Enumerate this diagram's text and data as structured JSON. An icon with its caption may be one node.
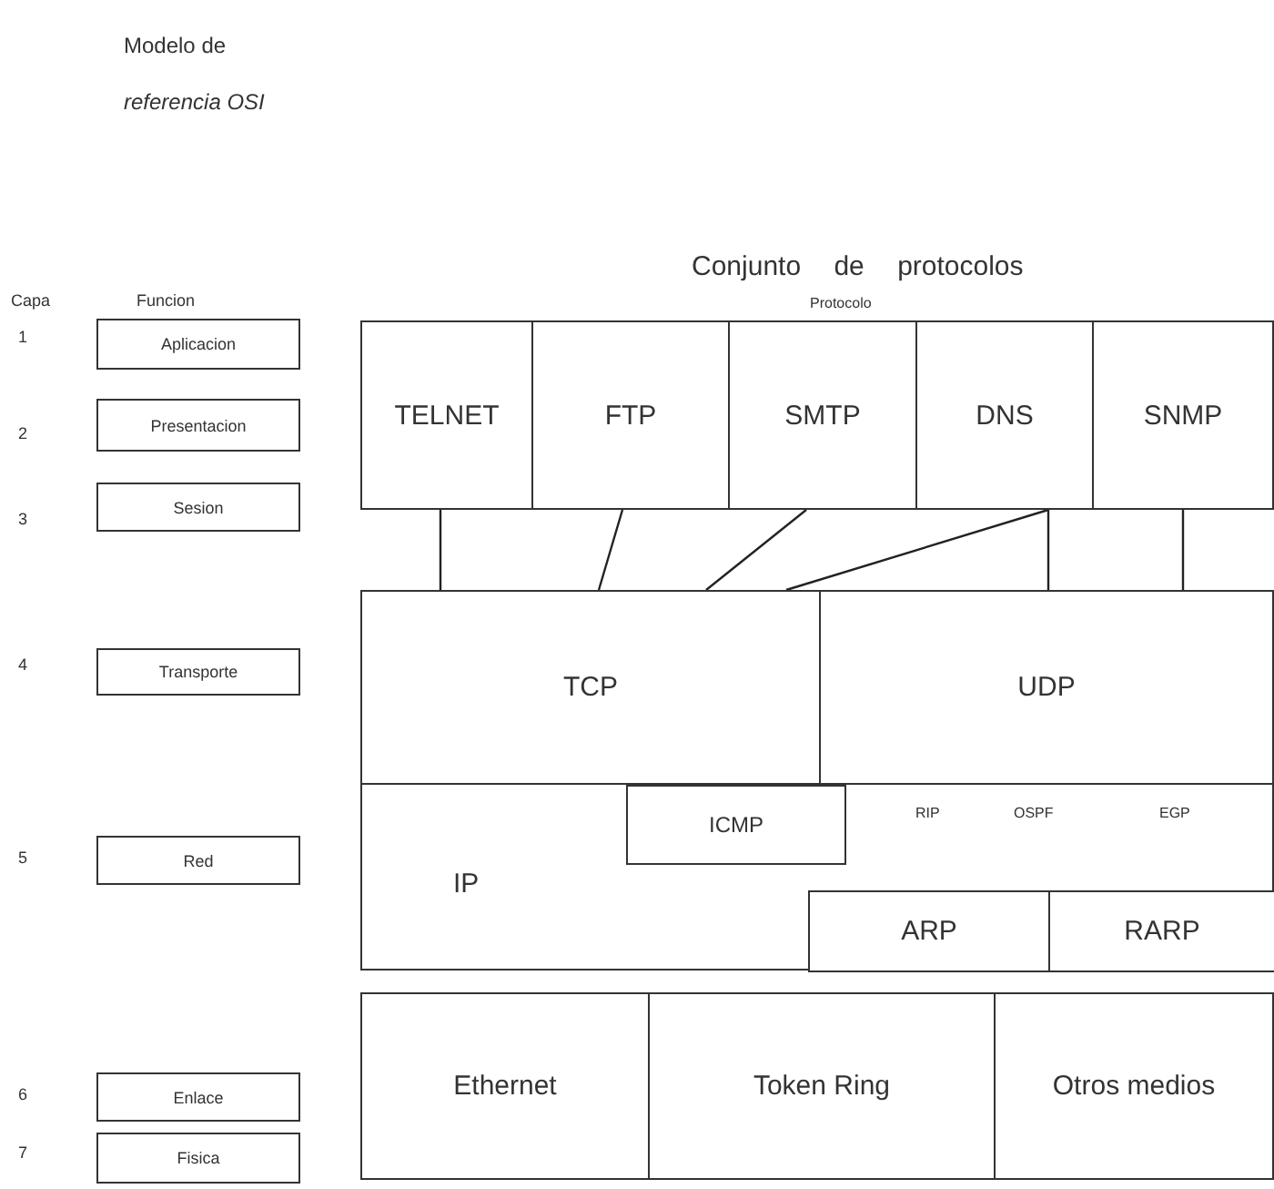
{
  "diagram": {
    "title": "Modelo de *referencia OSI*",
    "nodes": [
      {
        "text": [
          "Aplicacion"
        ]
      },
      {
        "text": [
          "Presentacion"
        ]
      },
      {
        "text": [
          "Sesion"
        ]
      },
      {
        "text": [
          "Transporte"
        ]
      },
      {
        "text": [
          "Red"
        ]
      },
      {
        "text": [
          "Enlace"
        ]
      },
      {
        "text": [
          "Fisica"
        ]
      },
      {
        "text": [
          "TELNET"
        ]
      },
      {
        "text": [
          "FTP"
        ]
      },
      {
        "text": [
          "SMTP"
        ]
      },
      {
        "text": [
          "DNS"
        ]
      },
      {
        "text": [
          "SNMP"
        ]
      },
      {
        "text": [
          "TCP"
        ]
      },
      {
        "text": [
          "UDP"
        ]
      },
      {
        "text": [
          "IP"
        ]
      },
      {
        "text": [
          "ICMP"
        ],
        "in": 14
      },
      {
        "text": [
          "ARP"
        ],
        "in": 14
      },
      {
        "text": [
          "RARP"
        ],
        "in": 14
      },
      {
        "text": [
          "Ethernet"
        ]
      },
      {
        "text": [
          "Token Ring"
        ]
      },
      {
        "text": [
          "Otros medios"
        ]
      }
    ],
    "edges": [
      {
        "from": 7,
        "to": 12,
        "arrow": "none"
      },
      {
        "from": 8,
        "to": 12,
        "arrow": "none"
      },
      {
        "from": 9,
        "to": 12,
        "arrow": "none"
      },
      {
        "from": 10,
        "to": 12,
        "arrow": "none"
      },
      {
        "from": 10,
        "to": 13,
        "arrow": "none"
      },
      {
        "from": 11,
        "to": 13,
        "arrow": "none"
      }
    ],
    "labels": [
      "Conjunto de protocolos",
      "Capa",
      "Funcion",
      "Protocolo",
      "1",
      "2",
      "3",
      "4",
      "5",
      "RIP",
      "OSPF",
      "EGP",
      "6",
      "7"
    ]
  }
}
